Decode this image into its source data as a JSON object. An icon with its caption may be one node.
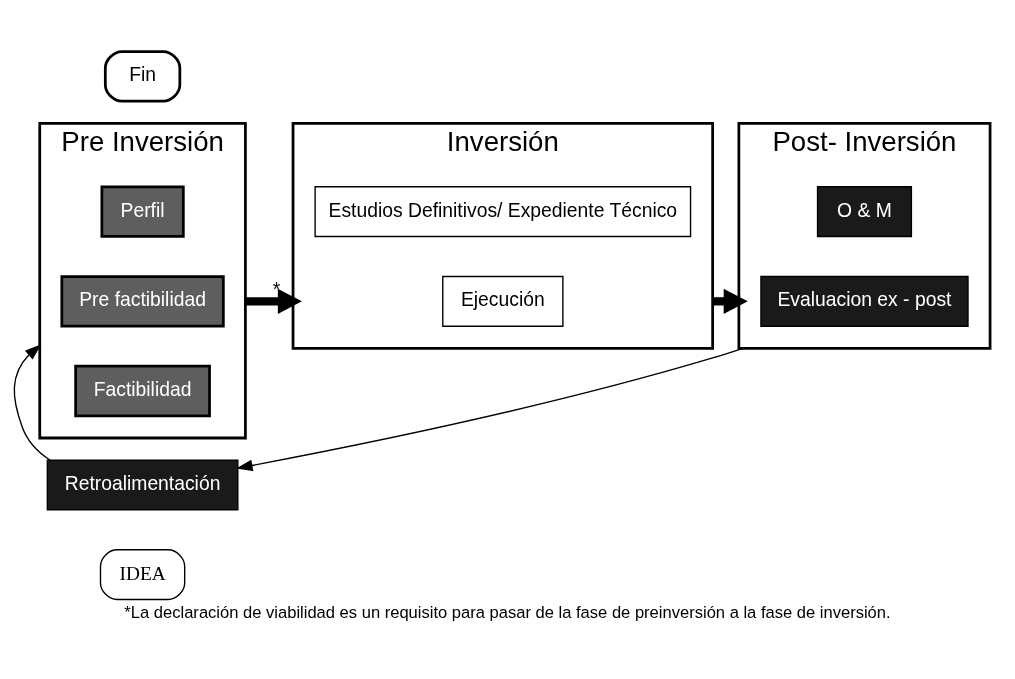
{
  "diagram": {
    "caption": "*La declaración de viabilidad es un requisito para pasar de la fase de preinversión a la fase de inversión.",
    "nodes": [
      {
        "text": [
          "IDEA"
        ]
      },
      {
        "text": [
          "Pre Inversión"
        ]
      },
      {
        "text": [
          "Perfil"
        ],
        "in": 1
      },
      {
        "text": [
          "Pre factibilidad"
        ],
        "in": 1
      },
      {
        "text": [
          "Factibilidad"
        ],
        "in": 1
      },
      {
        "text": [
          "Inversión"
        ]
      },
      {
        "text": [
          "Estudios Definitivos/ Expediente Técnico"
        ],
        "in": 5
      },
      {
        "text": [
          "Ejecución"
        ],
        "in": 5
      },
      {
        "text": [
          "Post- Inversión"
        ]
      },
      {
        "text": [
          "O & M"
        ],
        "in": 8
      },
      {
        "text": [
          "Evaluacion ex - post"
        ],
        "in": 8
      },
      {
        "text": [
          "Fin"
        ]
      },
      {
        "text": [
          "Retroalimentación"
        ]
      }
    ],
    "edges": [
      {
        "from": 1,
        "to": 5,
        "arrow": "to",
        "label": "*",
        "style": "thick"
      },
      {
        "from": 5,
        "to": 8,
        "arrow": "to",
        "style": "thick"
      },
      {
        "from": 8,
        "to": 12,
        "arrow": "to"
      },
      {
        "from": 12,
        "to": 1,
        "arrow": "to"
      }
    ]
  }
}
